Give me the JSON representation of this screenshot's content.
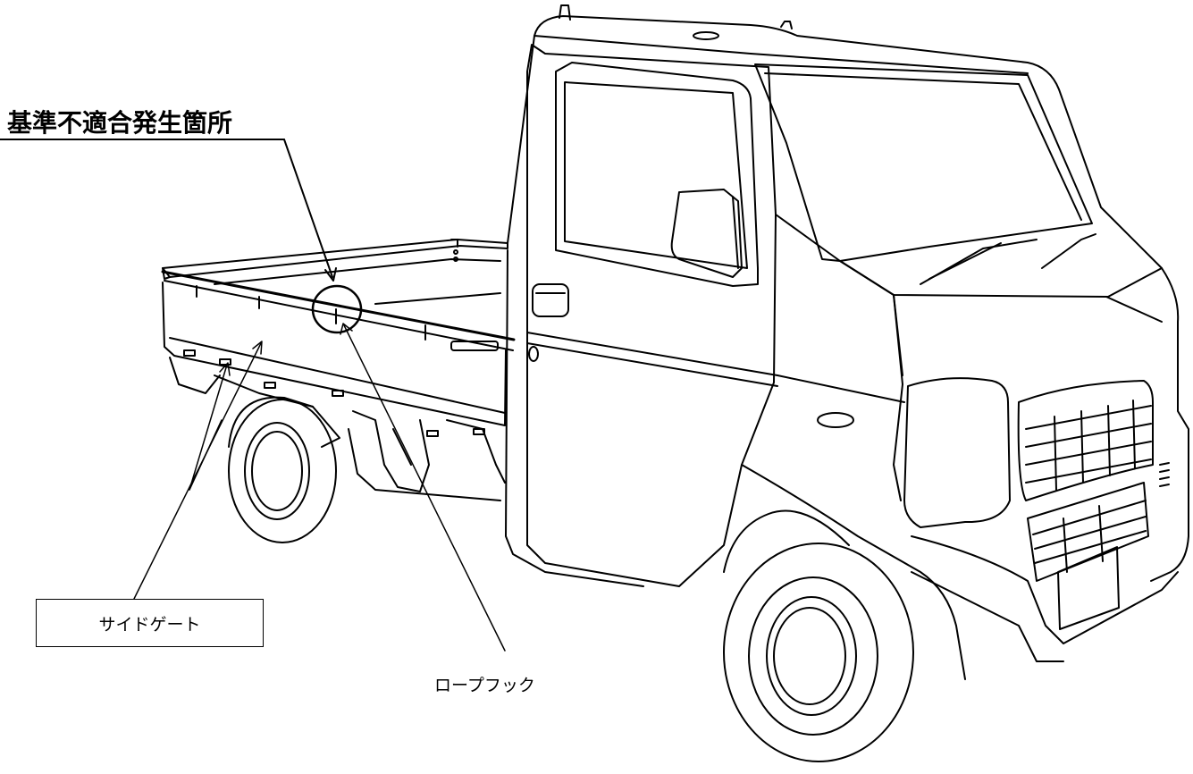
{
  "diagram": {
    "title": "基準不適合発生箇所",
    "labels": {
      "side_gate": "サイドゲート",
      "rope_hook": "ロープフック"
    },
    "subject_icon": "kei-truck-line-drawing"
  }
}
